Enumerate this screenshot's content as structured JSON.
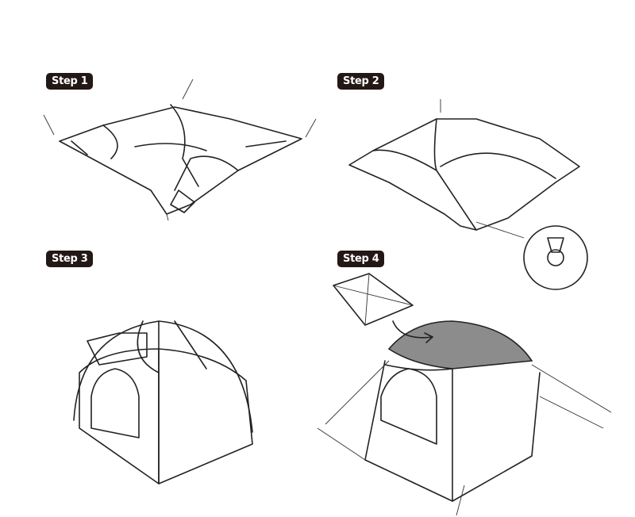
{
  "steps": [
    {
      "label": "Step 1"
    },
    {
      "label": "Step 2"
    },
    {
      "label": "Step 3"
    },
    {
      "label": "Step 4"
    }
  ],
  "colors": {
    "badge": "#231815",
    "rain_fly": "#8c8c8c"
  }
}
